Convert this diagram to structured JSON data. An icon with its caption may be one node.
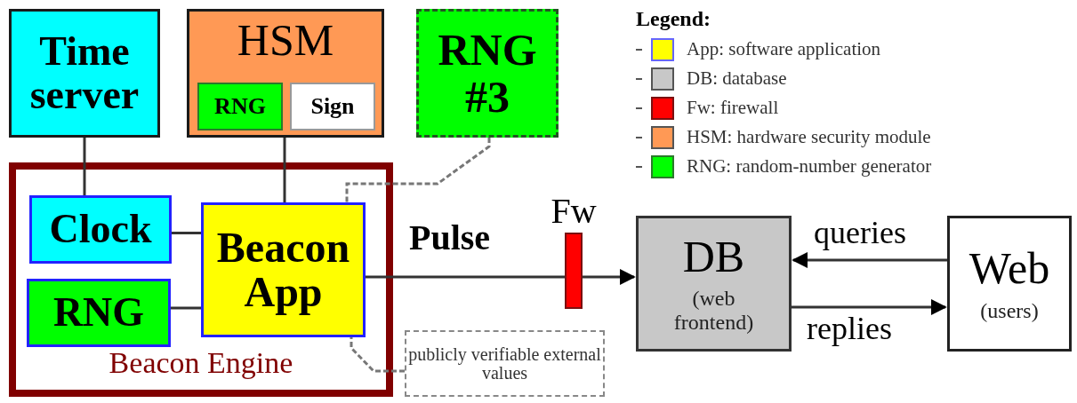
{
  "diagram": {
    "nodes": [
      {
        "text": [
          "Time server"
        ]
      },
      {
        "text": [
          "HSM"
        ]
      },
      {
        "text": [
          "RNG"
        ],
        "in": 1
      },
      {
        "text": [
          "Sign"
        ],
        "in": 1
      },
      {
        "text": [
          "RNG #3"
        ]
      },
      {
        "text": [
          "Beacon Engine"
        ]
      },
      {
        "text": [
          "Clock"
        ],
        "in": 5
      },
      {
        "text": [
          "RNG"
        ],
        "in": 5
      },
      {
        "text": [
          "Beacon App"
        ],
        "in": 5
      },
      {
        "text": [
          "publicly verifiable external values"
        ]
      },
      {
        "text": [
          "Fw"
        ]
      },
      {
        "text": [
          "DB",
          "(web frontend)"
        ]
      },
      {
        "text": [
          "Web",
          "(users)"
        ]
      }
    ],
    "edges": [
      {
        "from": 0,
        "to": 6,
        "arrow": "none"
      },
      {
        "from": 1,
        "to": 8,
        "arrow": "none"
      },
      {
        "from": 4,
        "to": 8,
        "arrow": "none",
        "style": "dashed"
      },
      {
        "from": 6,
        "to": 8,
        "arrow": "none"
      },
      {
        "from": 7,
        "to": 8,
        "arrow": "none"
      },
      {
        "from": 9,
        "to": 8,
        "arrow": "none",
        "style": "dashed"
      },
      {
        "from": 8,
        "to": 10,
        "arrow": "none",
        "label": "Pulse"
      },
      {
        "from": 10,
        "to": 11,
        "arrow": "to"
      },
      {
        "from": 12,
        "to": 11,
        "arrow": "to",
        "label": "queries"
      },
      {
        "from": 11,
        "to": 12,
        "arrow": "to",
        "label": "replies"
      }
    ],
    "labels": [
      "Legend:"
    ],
    "legend": [
      {
        "text": "App: software application",
        "color": "#ffff00"
      },
      {
        "text": "DB: database",
        "color": "#c8c8c8"
      },
      {
        "text": "Fw: firewall",
        "color": "#ff0000"
      },
      {
        "text": "HSM: hardware security module",
        "color": "#ff9955"
      },
      {
        "text": "RNG: random-number generator",
        "color": "#00ff00"
      }
    ]
  }
}
